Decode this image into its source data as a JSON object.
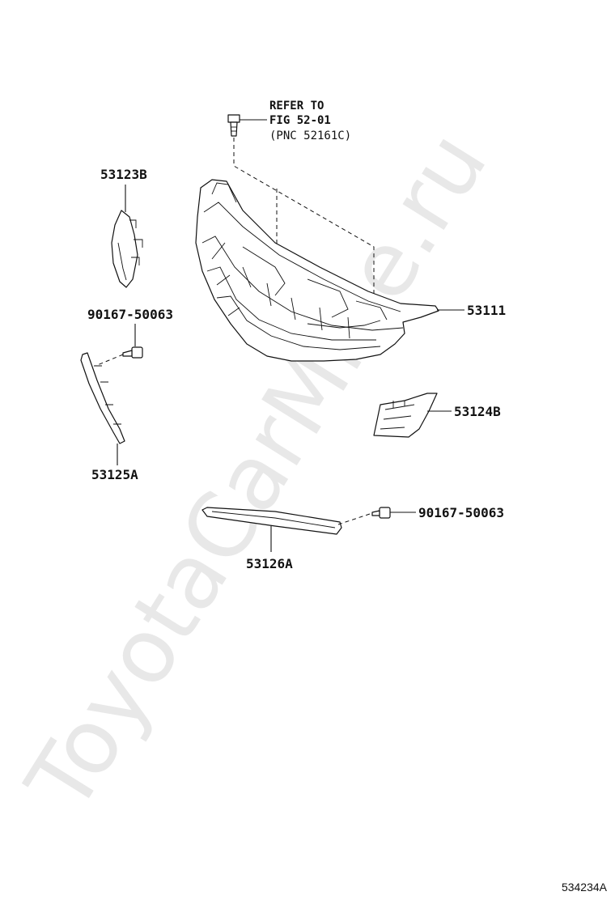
{
  "watermark": "ToyotaCarMine.ru",
  "refer_note": {
    "line1": "REFER TO",
    "line2": "FIG 52-01",
    "line3": "(PNC 52161C)"
  },
  "parts": {
    "p53123b": "53123B",
    "p53111": "53111",
    "p90167_upper": "90167-50063",
    "p53124b": "53124B",
    "p53125a": "53125A",
    "p90167_lower": "90167-50063",
    "p53126a": "53126A"
  },
  "figure_id": "534234A"
}
